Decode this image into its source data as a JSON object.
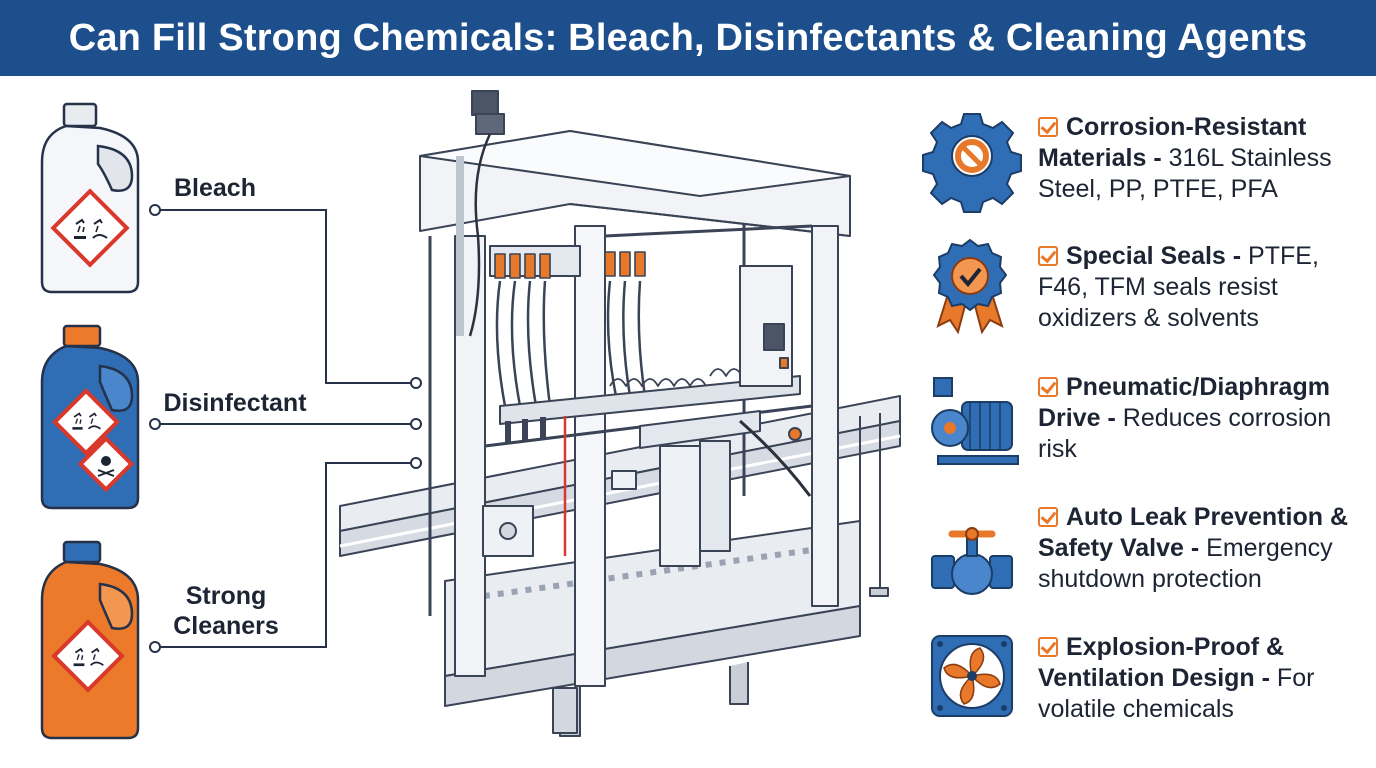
{
  "title": "Can Fill Strong Chemicals: Bleach, Disinfectants & Cleaning Agents",
  "products": [
    {
      "label": "Bleach"
    },
    {
      "label": "Disinfectant"
    },
    {
      "label_line1": "Strong",
      "label_line2": "Cleaners"
    }
  ],
  "features": [
    {
      "icon": "gear-icon",
      "bold": "Corrosion-Resistant Materials",
      "sep": " - ",
      "text": "316L Stainless Steel,  PP, PTFE, PFA"
    },
    {
      "icon": "badge-icon",
      "bold": "Special Seals",
      "sep": " - ",
      "text": "PTFE, F46,  TFM seals resist oxidizers & solvents"
    },
    {
      "icon": "pump-icon",
      "bold": "Pneumatic/Diaphragm Drive",
      "sep": " - ",
      "text": "Reduces corrosion risk"
    },
    {
      "icon": "valve-icon",
      "bold": "Auto Leak Prevention & Safety Valve",
      "sep": " - ",
      "text": "Emergency shutdown protection"
    },
    {
      "icon": "fan-icon",
      "bold": "Explosion-Proof & Ventilation Design",
      "sep": " - ",
      "text": "For volatile chemicals"
    }
  ],
  "colors": {
    "banner": "#1c4f8c",
    "accent_blue": "#2f6db5",
    "accent_orange": "#e8782a",
    "hazard_red": "#d9382b",
    "bottle_white": "#f4f6f9",
    "bottle_blue": "#2f6db5",
    "bottle_orange": "#ec7a2a"
  }
}
